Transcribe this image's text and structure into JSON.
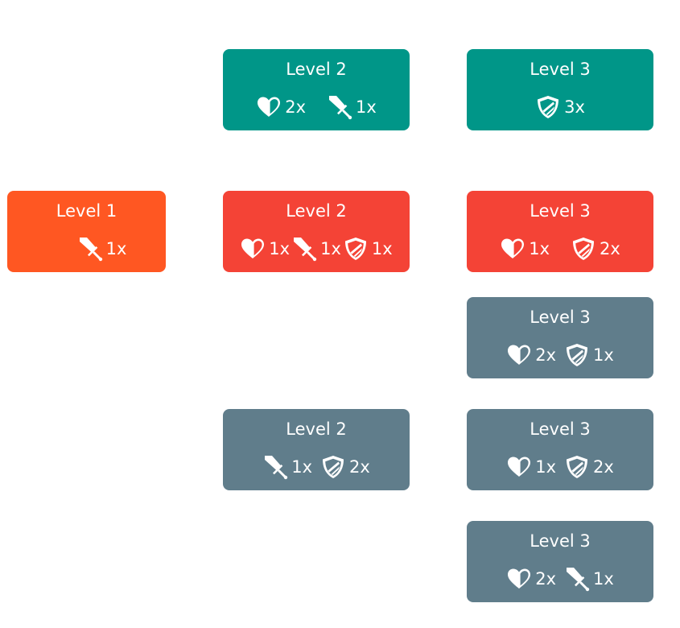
{
  "colors": {
    "teal": "#009688",
    "orange": "#ff5722",
    "red": "#f44336",
    "slate": "#607d8b",
    "text": "#ffffff"
  },
  "nodes": [
    {
      "title": "Level 1",
      "color": "orange",
      "stats": [
        {
          "icon": "sword-icon",
          "count": "1x"
        }
      ]
    },
    {
      "title": "Level 2",
      "color": "teal",
      "stats": [
        {
          "icon": "heart-icon",
          "count": "2x"
        },
        {
          "icon": "sword-icon",
          "count": "1x"
        }
      ]
    },
    {
      "title": "Level 3",
      "color": "teal",
      "stats": [
        {
          "icon": "shield-icon",
          "count": "3x"
        }
      ]
    },
    {
      "title": "Level 2",
      "color": "red",
      "stats": [
        {
          "icon": "heart-icon",
          "count": "1x"
        },
        {
          "icon": "sword-icon",
          "count": "1x"
        },
        {
          "icon": "shield-icon",
          "count": "1x"
        }
      ]
    },
    {
      "title": "Level 3",
      "color": "red",
      "stats": [
        {
          "icon": "heart-icon",
          "count": "1x"
        },
        {
          "icon": "shield-icon",
          "count": "2x"
        }
      ]
    },
    {
      "title": "Level 3",
      "color": "slate",
      "stats": [
        {
          "icon": "heart-icon",
          "count": "2x"
        },
        {
          "icon": "shield-icon",
          "count": "1x"
        }
      ]
    },
    {
      "title": "Level 2",
      "color": "slate",
      "stats": [
        {
          "icon": "sword-icon",
          "count": "1x"
        },
        {
          "icon": "shield-icon",
          "count": "2x"
        }
      ]
    },
    {
      "title": "Level 3",
      "color": "slate",
      "stats": [
        {
          "icon": "heart-icon",
          "count": "1x"
        },
        {
          "icon": "shield-icon",
          "count": "2x"
        }
      ]
    },
    {
      "title": "Level 3",
      "color": "slate",
      "stats": [
        {
          "icon": "heart-icon",
          "count": "2x"
        },
        {
          "icon": "sword-icon",
          "count": "1x"
        }
      ]
    }
  ]
}
